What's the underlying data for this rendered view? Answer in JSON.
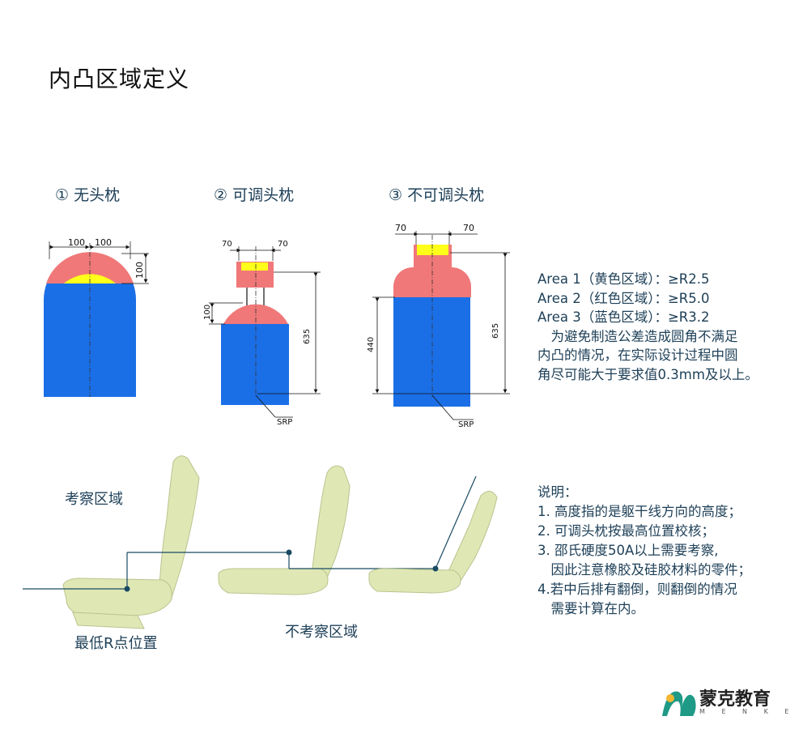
{
  "title": "内凸区域定义",
  "cases": [
    {
      "label": "① 无头枕"
    },
    {
      "label": "② 可调头枕"
    },
    {
      "label": "③ 不可调头枕"
    }
  ],
  "dims": {
    "d100a": "100",
    "d100b": "100",
    "d100c": "100",
    "d70a": "70",
    "d70b": "70",
    "d100d": "100",
    "d635a": "635",
    "srp_a": "SRP",
    "d70c": "70",
    "d70d": "70",
    "d440": "440",
    "d635b": "635",
    "srp_b": "SRP"
  },
  "legend": {
    "lines": [
      "Area 1（黄色区域）：≥R2.5",
      "Area 2（红色区域）：≥R5.0",
      "Area 3（蓝色区域）：≥R3.2",
      "　为避免制造公差造成圆角不满足",
      "内凸的情况，在实际设计过程中圆",
      "角尽可能大于要求值0.3mm及以上。"
    ]
  },
  "remarks": {
    "lines": [
      "说明：",
      "1. 高度指的是躯干线方向的高度；",
      "2. 可调头枕按最高位置校核；",
      "3. 邵氏硬度50A以上需要考察,",
      "　因此注意橡胶及硅胶材料的零件；",
      "4.若中后排有翻倒，则翻倒的情况",
      "　需要计算在内。"
    ]
  },
  "seat_labels": {
    "inspect": "考察区域",
    "lowest_r": "最低R点位置",
    "not_inspect": "不考察区域"
  },
  "logo": {
    "name": "蒙克教育",
    "sub": "M E N K E"
  },
  "colors": {
    "yellow": "#ffff1a",
    "red": "#f07878",
    "blue": "#1b6fe6",
    "seat": "#dfe8b5",
    "text": "#1d3f57"
  }
}
